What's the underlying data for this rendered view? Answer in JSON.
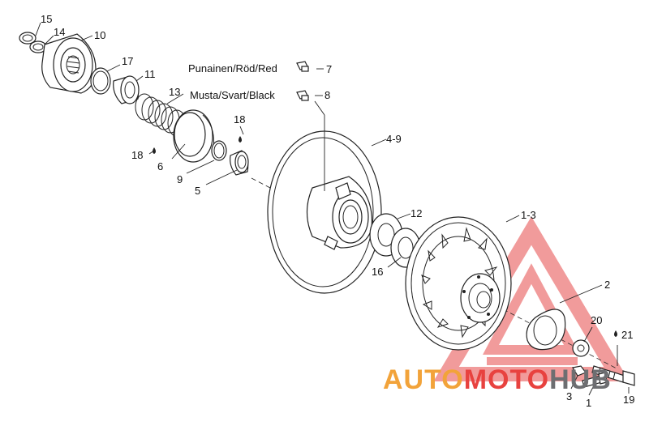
{
  "legend": {
    "red": {
      "text": "Punainen/Röd/Red",
      "ref": "7"
    },
    "black": {
      "text": "Musta/Svart/Black",
      "ref": "8"
    }
  },
  "callouts": {
    "c15": "15",
    "c14": "14",
    "c10": "10",
    "c17": "17",
    "c11": "11",
    "c13": "13",
    "c18a": "18",
    "c18b": "18",
    "c6": "6",
    "c9": "9",
    "c5": "5",
    "c49": "4-9",
    "c12": "12",
    "c16": "16",
    "c13b": "1-3",
    "c2": "2",
    "c20": "20",
    "c21": "21",
    "c3": "3",
    "c1": "1",
    "c19": "19"
  },
  "watermark": {
    "part1": "AUTO",
    "part2": "MOTO",
    "part3": "HUB"
  },
  "colors": {
    "watermark_red": "#e8423f",
    "watermark_orange": "#f2a33a",
    "watermark_grey": "#6d6e71"
  }
}
